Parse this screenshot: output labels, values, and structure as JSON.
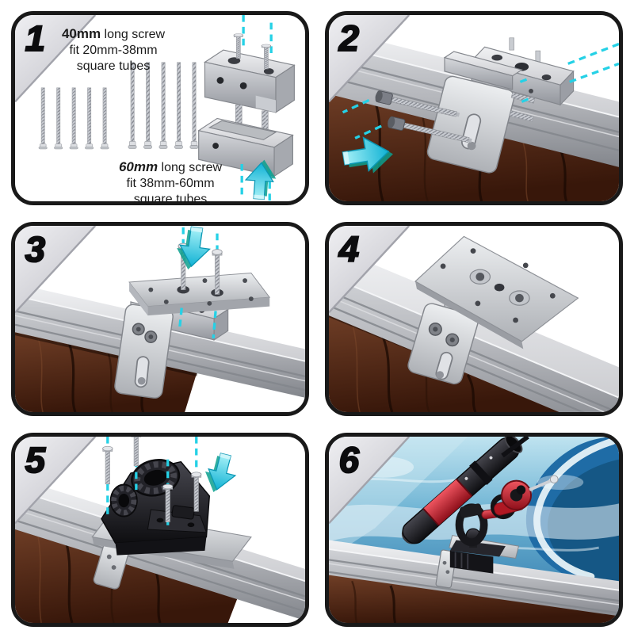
{
  "steps": [
    {
      "number": "1"
    },
    {
      "number": "2"
    },
    {
      "number": "3"
    },
    {
      "number": "4"
    },
    {
      "number": "5"
    },
    {
      "number": "6"
    }
  ],
  "panel1": {
    "screw40": {
      "size": "40mm",
      "label": " long screw",
      "fit": "fit 20mm-38mm",
      "tubes": "square tubes",
      "count": 5
    },
    "screw60": {
      "size": "60mm",
      "label": " long screw",
      "fit": "fit 38mm-60mm",
      "tubes": "square tubes",
      "count": 5
    }
  },
  "icons": {
    "arrow_up": "block-arrow-up",
    "arrow_right": "block-arrow-right",
    "arrow_down": "block-arrow-down",
    "dashed_guide": "cyan-dashed-alignment-line"
  },
  "colors": {
    "accent_cyan": "#25d1e6",
    "arrow_shadow_teal": "#0aa08e",
    "panel_border": "#191919",
    "corner_wedge": "#d4d4da",
    "wood": "#53250f",
    "rail": "#b5b8be",
    "plate": "#d7d9dd",
    "holder_black": "#1b1b1f",
    "holder_red": "#c21e2a",
    "ocean": "#2a74a8",
    "foam": "#eef6fa"
  }
}
